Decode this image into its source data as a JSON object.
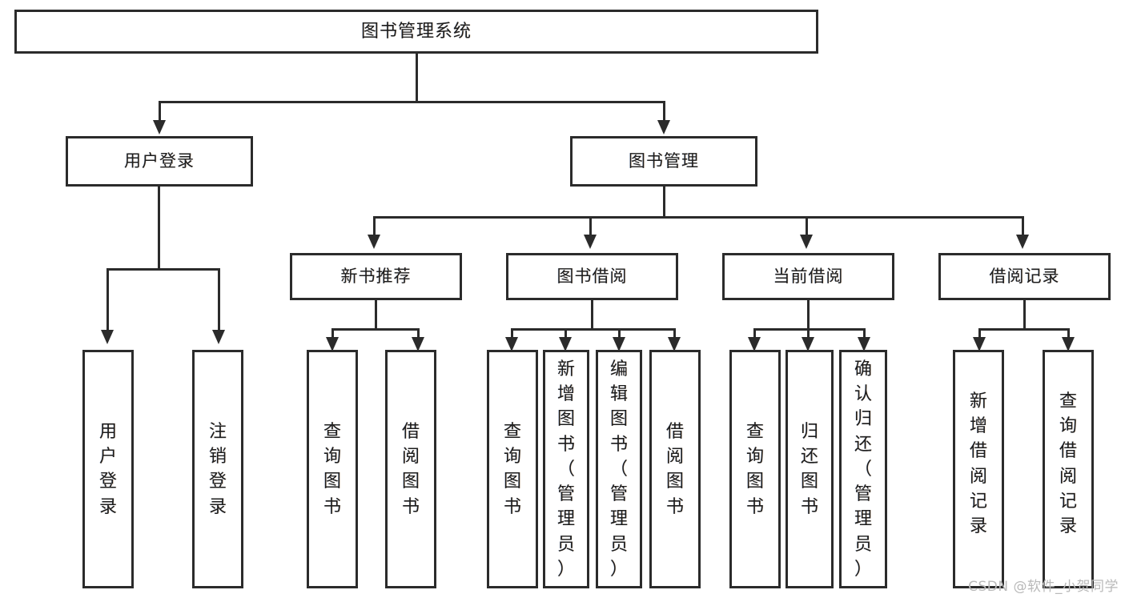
{
  "diagram": {
    "type": "tree-hierarchy",
    "title": "图书管理系统",
    "root": {
      "label": "图书管理系统"
    },
    "level2": [
      {
        "label": "用户登录"
      },
      {
        "label": "图书管理"
      }
    ],
    "level3": [
      {
        "label": "新书推荐"
      },
      {
        "label": "图书借阅"
      },
      {
        "label": "当前借阅"
      },
      {
        "label": "借阅记录"
      }
    ],
    "leaves": {
      "user_login": [
        {
          "label": "用户登录"
        },
        {
          "label": "注销登录"
        }
      ],
      "new_book_recommend": [
        {
          "label": "查询图书"
        },
        {
          "label": "借阅图书"
        }
      ],
      "book_borrow": [
        {
          "label": "查询图书"
        },
        {
          "label": "新增图书（管理员）"
        },
        {
          "label": "编辑图书（管理员）"
        },
        {
          "label": "借阅图书"
        }
      ],
      "current_borrow": [
        {
          "label": "查询图书"
        },
        {
          "label": "归还图书"
        },
        {
          "label": "确认归还（管理员）"
        }
      ],
      "borrow_record": [
        {
          "label": "新增借阅记录"
        },
        {
          "label": "查询借阅记录"
        }
      ]
    }
  },
  "watermark": {
    "text": "CSDN @软件_小贺同学"
  },
  "colors": {
    "stroke": "#2b2b2b",
    "background": "#ffffff",
    "text": "#1d1d1d",
    "watermark": "#b9b9b9"
  }
}
